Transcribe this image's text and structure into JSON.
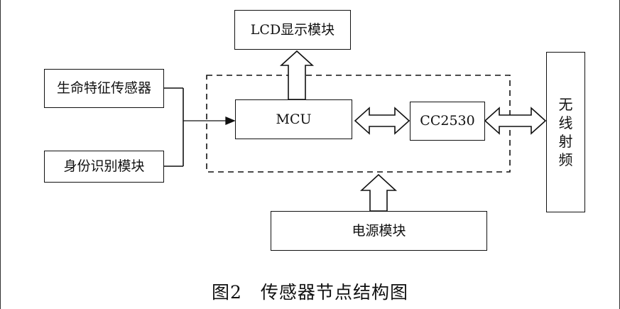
{
  "diagram": {
    "blocks": {
      "lcd": "LCD显示模块",
      "vital_sensor": "生命特征传感器",
      "identity": "身份识别模块",
      "mcu": "MCU",
      "cc2530": "CC2530",
      "power": "电源模块",
      "rf": [
        "无",
        "线",
        "射",
        "频"
      ]
    },
    "caption": "图2　传感器节点结构图"
  }
}
